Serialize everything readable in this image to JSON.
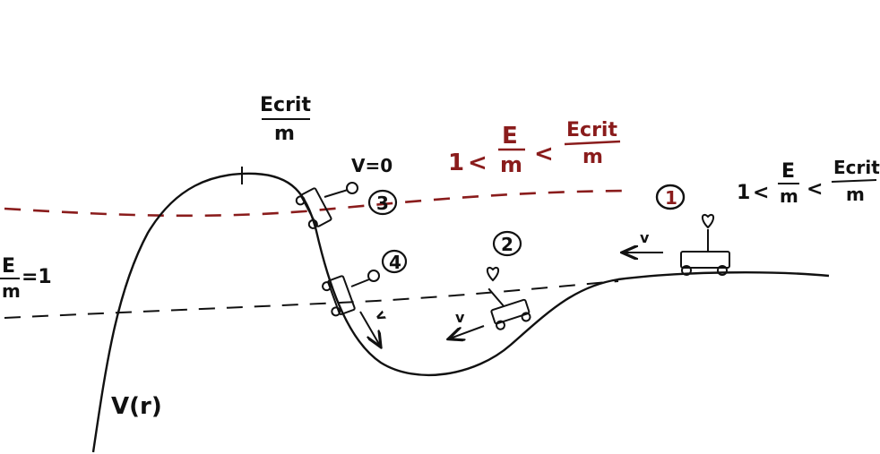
{
  "colors": {
    "ink": "#111111",
    "accent": "#8a1c1c"
  },
  "labels": {
    "ecrit_top": {
      "num": "Ecrit",
      "den": "m"
    },
    "v_zero": "V=0",
    "red_ineq": {
      "one": "1",
      "lt1": "<",
      "frac_num": "E",
      "frac_den": "m",
      "lt2": "<",
      "crit_num": "Ecrit",
      "crit_den": "m"
    },
    "right_ineq": {
      "one": "1",
      "lt1": "<",
      "frac_num": "E",
      "frac_den": "m",
      "lt2": "<",
      "crit_num": "Ecrit",
      "crit_den": "m"
    },
    "e_over_m_eq_1": {
      "num": "E",
      "den": "m",
      "eq": "=1"
    },
    "potential": "V(r)",
    "velocity": "v",
    "car_numbers": [
      "1",
      "2",
      "3",
      "4"
    ]
  }
}
